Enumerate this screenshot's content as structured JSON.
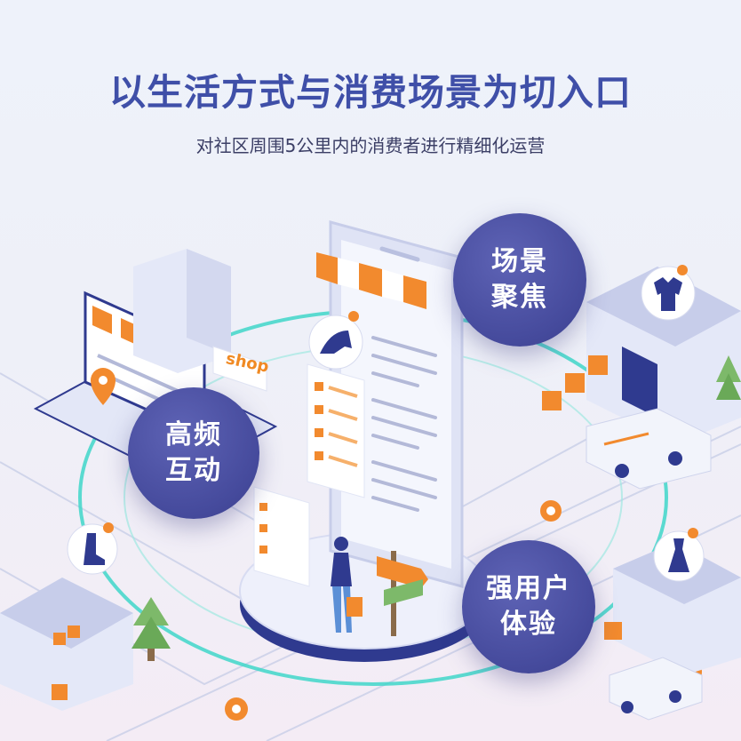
{
  "title": "以生活方式与消费场景为切入口",
  "subtitle": "对社区周围5公里内的消费者进行精细化运营",
  "bubbles": {
    "scene_focus": [
      "场景",
      "聚焦"
    ],
    "high_freq": [
      "高频",
      "互动"
    ],
    "user_exp": [
      "强用户",
      "体验"
    ]
  },
  "shop_sign": "shop",
  "colors": {
    "title": "#3f4fa8",
    "bubble": "#454a9c",
    "accent_orange": "#f28a2e",
    "ring": "#3fd6c9"
  }
}
